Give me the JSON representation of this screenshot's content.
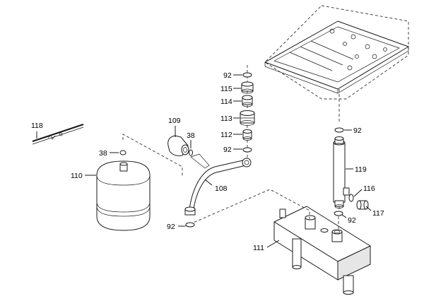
{
  "callouts": {
    "c118": "118",
    "c109": "109",
    "c38a": "38",
    "c38b": "38",
    "c110": "110",
    "c108": "108",
    "c92a": "92",
    "c115": "115",
    "c114": "114",
    "c113": "113",
    "c112": "112",
    "c92b": "92",
    "c92c": "92",
    "c119": "119",
    "c116": "116",
    "c117": "117",
    "c92d": "92",
    "c92e": "92",
    "c111": "111"
  }
}
